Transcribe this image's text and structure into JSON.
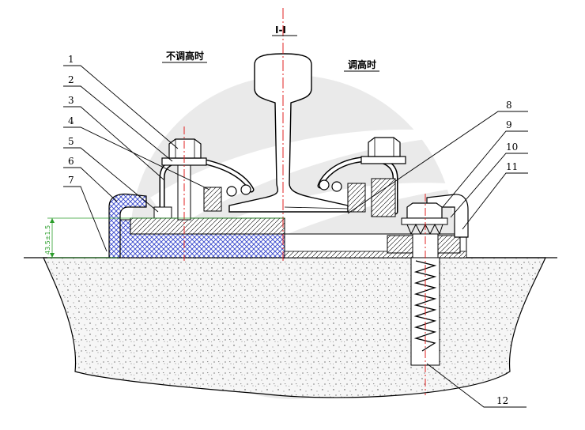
{
  "section_mark": "I-I",
  "caption_left": "不调高时",
  "caption_right": "调高时",
  "dimension": "43.5±1.5",
  "leaders": [
    {
      "id": "1",
      "label": "1"
    },
    {
      "id": "2",
      "label": "2"
    },
    {
      "id": "3",
      "label": "3"
    },
    {
      "id": "4",
      "label": "4"
    },
    {
      "id": "5",
      "label": "5"
    },
    {
      "id": "6",
      "label": "6"
    },
    {
      "id": "7",
      "label": "7"
    },
    {
      "id": "8",
      "label": "8"
    },
    {
      "id": "9",
      "label": "9"
    },
    {
      "id": "10",
      "label": "10"
    },
    {
      "id": "11",
      "label": "11"
    },
    {
      "id": "12",
      "label": "12"
    }
  ],
  "colors": {
    "outline": "#000000",
    "pad_fill": "#3344cc",
    "centerline": "#e02020",
    "dimension": "#2a9d2a",
    "watermark": "#d9d9d9",
    "concrete": "#f4f4f4"
  }
}
